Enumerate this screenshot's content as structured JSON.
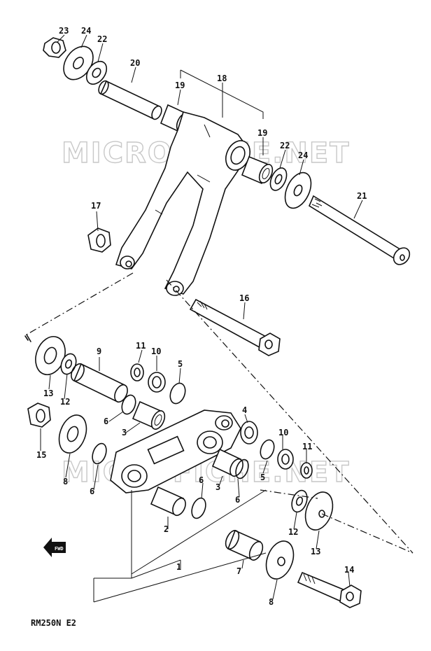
{
  "watermark": {
    "upper": "MICROFICHE.NET",
    "lower": "MICROFICHE.NET"
  },
  "model_code": "RM250N E2",
  "front_arrow": {
    "label": "FWD",
    "icon": "arrow-left-icon"
  },
  "callouts": {
    "n1": "1",
    "n2": "2",
    "n3a": "3",
    "n3b": "3",
    "n4": "4",
    "n5a": "5",
    "n5b": "5",
    "n6a": "6",
    "n6b": "6",
    "n6c": "6",
    "n6d": "6",
    "n7": "7",
    "n8a": "8",
    "n8b": "8",
    "n9": "9",
    "n10a": "10",
    "n10b": "10",
    "n11a": "11",
    "n11b": "11",
    "n12a": "12",
    "n12b": "12",
    "n13a": "13",
    "n13b": "13",
    "n14": "14",
    "n15": "15",
    "n16": "16",
    "n17": "17",
    "n18": "18",
    "n19a": "19",
    "n19b": "19",
    "n20": "20",
    "n21": "21",
    "n22a": "22",
    "n22b": "22",
    "n23": "23",
    "n24a": "24",
    "n24b": "24"
  }
}
